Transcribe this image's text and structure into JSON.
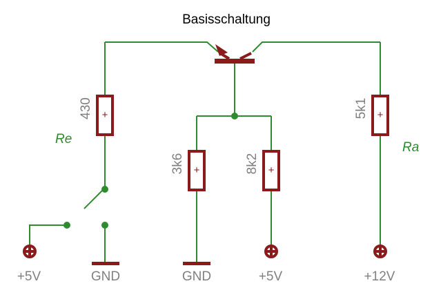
{
  "title": "Basisschaltung",
  "labels": {
    "re": "Re",
    "ra": "Ra"
  },
  "resistors": {
    "r_emitter": "430",
    "r_bias_low": "3k6",
    "r_bias_high": "8k2",
    "r_collector": "5k1"
  },
  "supplies": {
    "left": "+5V",
    "switch_gnd": "GND",
    "bias_gnd": "GND",
    "bias_supply": "+5V",
    "collector_supply": "+12V"
  },
  "resistor_symbol": "+",
  "colors": {
    "wire": "#2e8b2e",
    "component": "#8b1a1a",
    "label_green": "#2e8b2e",
    "label_grey": "#808080",
    "title": "#000000"
  }
}
